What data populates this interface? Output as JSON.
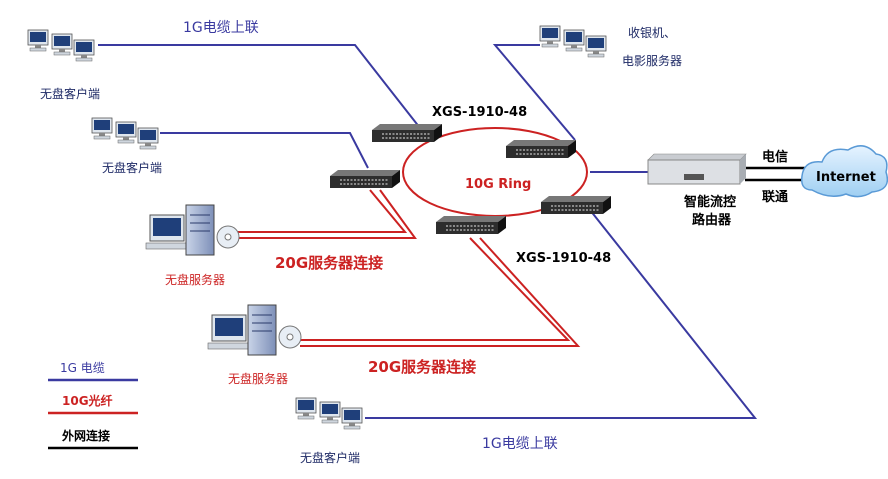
{
  "uplink_top": "1G电缆上联",
  "uplink_bottom": "1G电缆上联",
  "client_tl": "无盘客户端",
  "client_ml": "无盘客户端",
  "client_bl": "无盘客户端",
  "cashier_line1": "收银机、",
  "cashier_line2": "电影服务器",
  "switch_top_label": "XGS-1910-48",
  "switch_bottom_label": "XGS-1910-48",
  "ring_label": "10G Ring",
  "server1_label": "无盘服务器",
  "server2_label": "无盘服务器",
  "server_link1": "20G服务器连接",
  "server_link2": "20G服务器连接",
  "router_line1": "智能流控",
  "router_line2": "路由器",
  "isp1": "电信",
  "isp2": "联通",
  "internet": "Internet",
  "legend": [
    {
      "label": "1G 电缆",
      "color": "#3a3aa0"
    },
    {
      "label": "10G光纤",
      "color": "#cc2222"
    },
    {
      "label": "外网连接",
      "color": "#000000"
    }
  ],
  "colors": {
    "cable_1g": "#3a3aa0",
    "fiber_10g": "#cc2222",
    "wan": "#000000",
    "label_blue": "#3a3aa0",
    "label_red": "#cc2222"
  }
}
